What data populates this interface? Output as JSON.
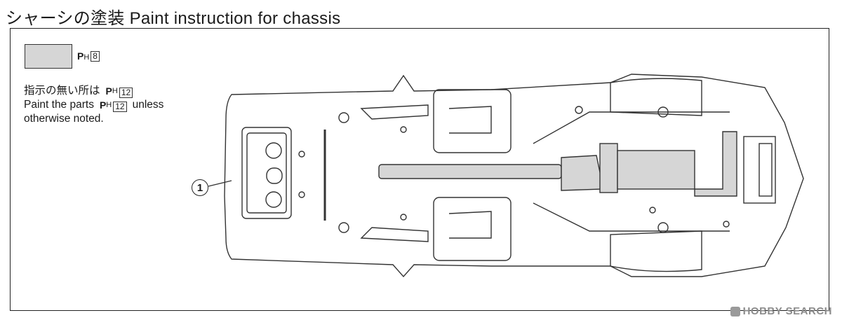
{
  "title": "シャーシの塗装 Paint instruction for chassis",
  "legend": {
    "swatch_color": "#d6d6d6",
    "code_letter": "P",
    "code_sub": "H",
    "code_number": "8"
  },
  "note": {
    "line1": "指示の無い所は",
    "line2_prefix": "Paint the parts",
    "line2_suffix": "unless",
    "line3": "otherwise noted.",
    "code_letter": "P",
    "code_sub": "H",
    "code_number": "12"
  },
  "part_number": "1",
  "watermark": "HOBBY SEARCH"
}
